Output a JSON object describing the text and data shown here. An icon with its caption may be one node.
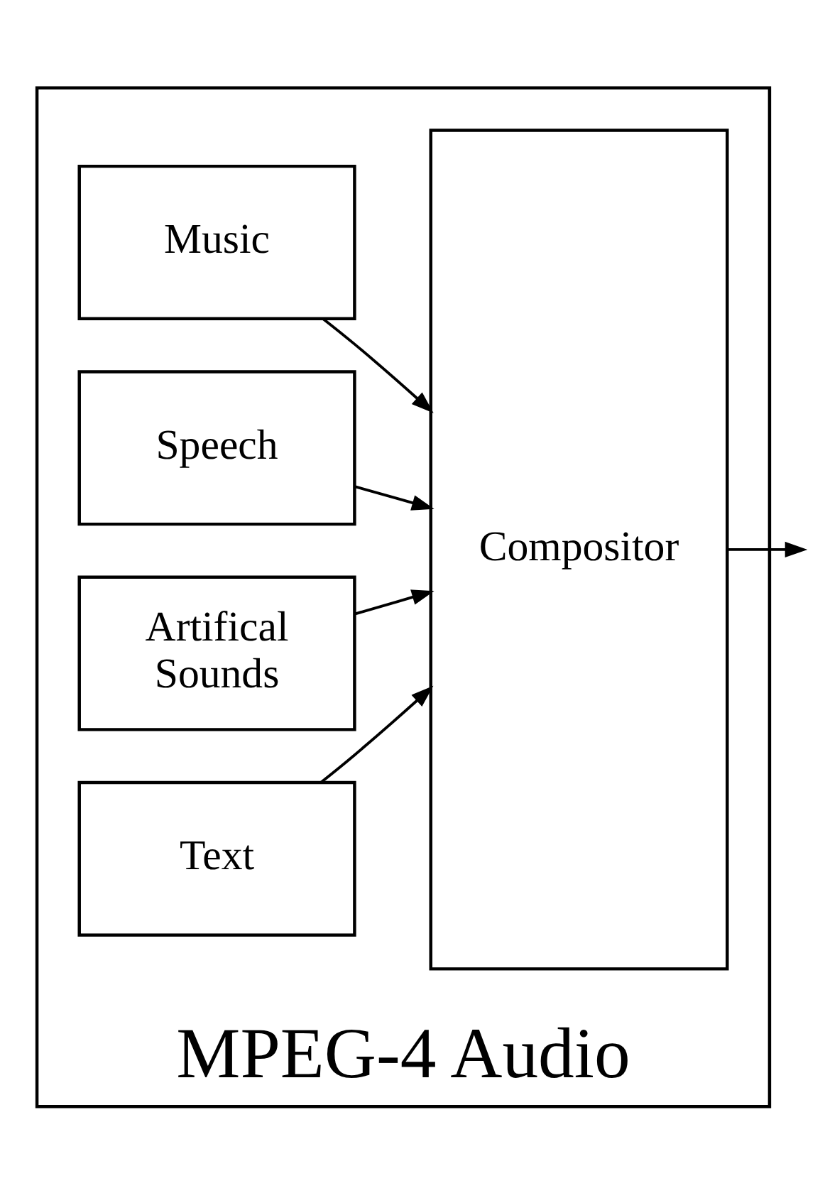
{
  "diagram": {
    "nodes": [
      {
        "text": [
          "MPEG-4 Audio"
        ]
      },
      {
        "text": [
          "Music"
        ],
        "in": 0
      },
      {
        "text": [
          "Speech"
        ],
        "in": 0
      },
      {
        "text": [
          "Artifical Sounds"
        ],
        "in": 0
      },
      {
        "text": [
          "Text"
        ],
        "in": 0
      },
      {
        "text": [
          "Compositor"
        ],
        "in": 0
      }
    ],
    "edges": [
      {
        "from": 1,
        "to": 5,
        "arrow": "to"
      },
      {
        "from": 2,
        "to": 5,
        "arrow": "to"
      },
      {
        "from": 3,
        "to": 5,
        "arrow": "to"
      },
      {
        "from": 4,
        "to": 5,
        "arrow": "to"
      },
      {
        "from": 5,
        "to": null,
        "arrow": "to"
      }
    ]
  }
}
